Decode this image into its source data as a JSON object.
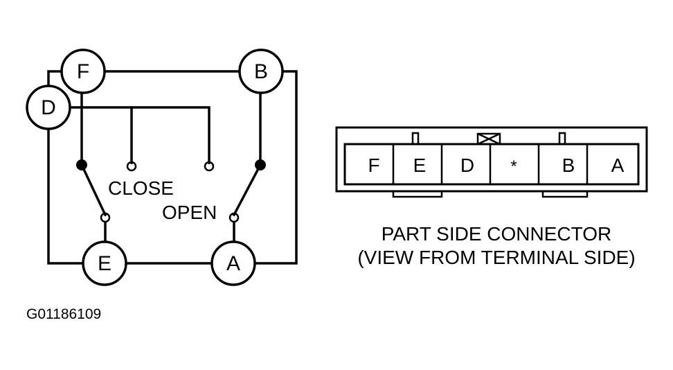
{
  "diagram": {
    "terminals": {
      "f": "F",
      "b": "B",
      "d": "D",
      "e": "E",
      "a": "A"
    },
    "switch_labels": {
      "close": "CLOSE",
      "open": "OPEN"
    },
    "connector": {
      "pins": [
        "F",
        "E",
        "D",
        "*",
        "B",
        "A"
      ],
      "caption_line1": "PART SIDE CONNECTOR",
      "caption_line2": "(VIEW FROM TERMINAL SIDE)"
    },
    "figure_id": "G01186109"
  }
}
